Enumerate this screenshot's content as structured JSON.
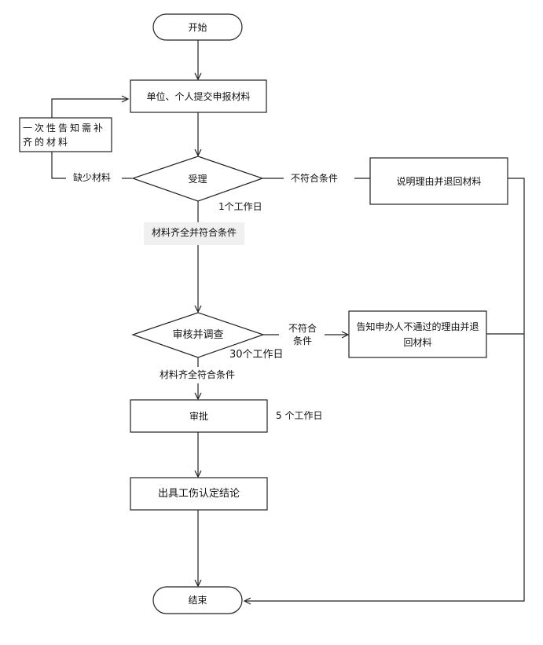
{
  "diagram": {
    "nodes": {
      "start": "开始",
      "submit": "单位、个人提交申报材料",
      "notify_supplement": "一次性告知需补齐的材料",
      "accept": "受理",
      "explain_return": "说明理由并退回材料",
      "review": "审核并调查",
      "notify_fail": "告知申办人不通过的理由并退回材料",
      "approve": "审批",
      "issue": "出具工伤认定结论",
      "end": "结束"
    },
    "edge_labels": {
      "missing_materials": "缺少材料",
      "not_qualified_1": "不符合条件",
      "accept_days": "1个工作日",
      "complete_qualified_1": "材料齐全并符合条件",
      "not_qualified_2": "不符合条件",
      "review_days": "30个工作日",
      "complete_qualified_2": "材料齐全符合条件",
      "approve_days": "5 个工作日"
    },
    "colors": {
      "line": "#222222",
      "label_bg": "#f0f0f0"
    }
  }
}
